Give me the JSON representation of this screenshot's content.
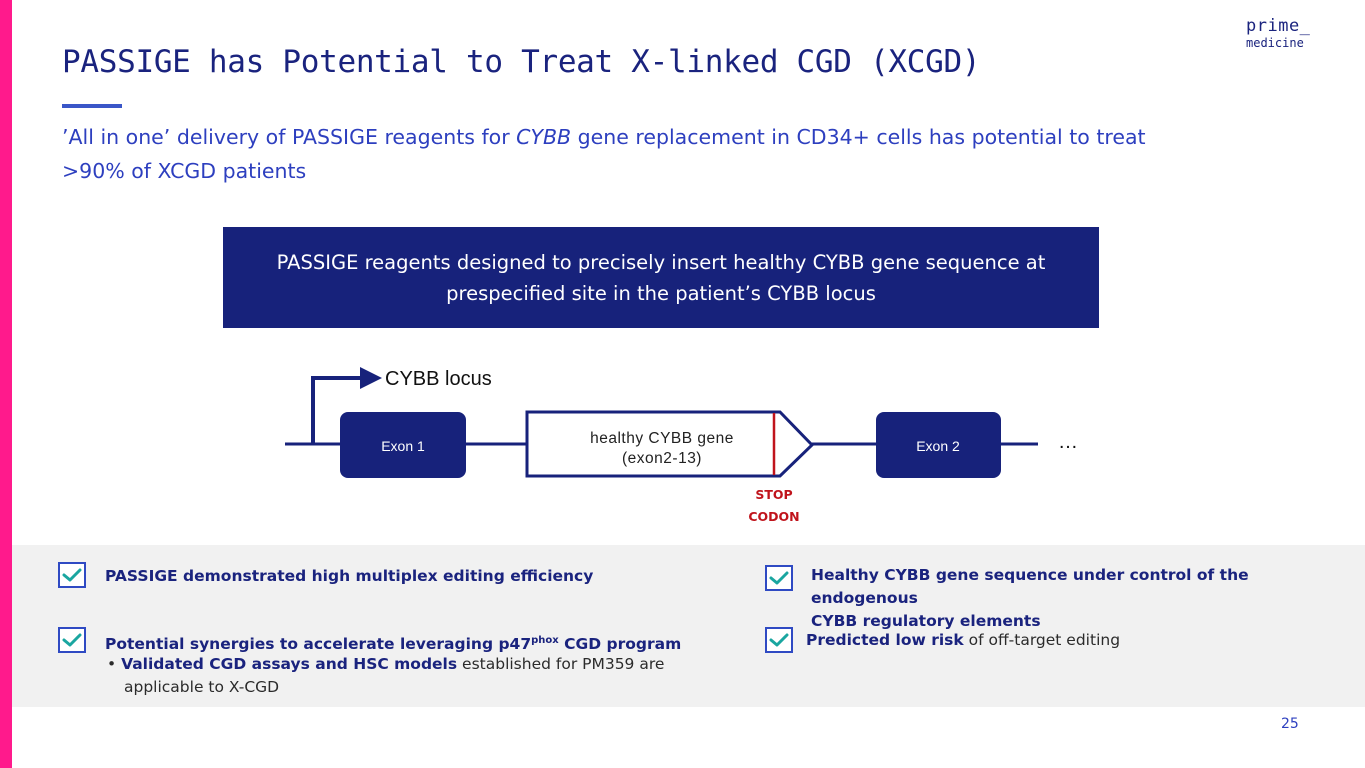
{
  "logo": {
    "line1": "prime_",
    "line2": "medicine"
  },
  "title": "PASSIGE has Potential to Treat X-linked CGD (XCGD)",
  "subtitle": {
    "part1": "’All in one’ delivery of PASSIGE reagents for ",
    "italic": "CYBB",
    "part2": " gene replacement in CD34+ cells has potential to treat >90% of XCGD patients"
  },
  "banner": "PASSIGE reagents designed to precisely insert healthy CYBB gene sequence at prespecified site in the patient’s CYBB locus",
  "diagram": {
    "locus_label": "CYBB locus",
    "exon1": "Exon 1",
    "insert_line1": "healthy CYBB gene",
    "insert_line2": "(exon2-13)",
    "exon2": "Exon 2",
    "ellipsis": "…",
    "stop_line1": "STOP",
    "stop_line2": "CODON",
    "colors": {
      "navy": "#17227b",
      "stop": "#c0141c"
    }
  },
  "checklist": {
    "item1": "PASSIGE demonstrated high multiplex editing efficiency",
    "item2_line1": "Healthy CYBB gene sequence under control of the endogenous",
    "item2_line2": "CYBB regulatory elements",
    "item3_pre": "Potential synergies to accelerate leveraging p47",
    "item3_sup": "phox",
    "item3_post": " CGD program",
    "item3_bullet_bold": "Validated CGD assays and HSC models",
    "item3_bullet_rest": " established for PM359 are",
    "item3_bullet_line2": "applicable to X-CGD",
    "item4_bold": "Predicted low risk",
    "item4_rest": " of off-target editing"
  },
  "page_number": "25"
}
